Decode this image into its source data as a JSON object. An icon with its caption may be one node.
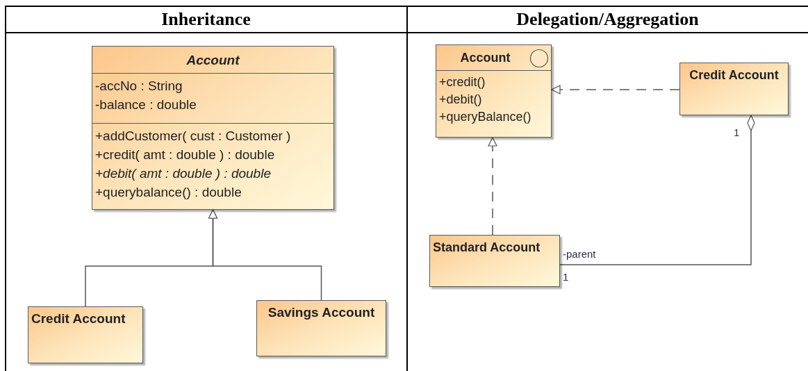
{
  "diagram": {
    "nodes": [
      {
        "text": [
          "Account",
          "-accNo : String",
          "-balance : double",
          "+addCustomer( cust : Customer )",
          "+credit( amt : double ) : double",
          "+debit( amt : double ) : double",
          "+querybalance() : double"
        ]
      },
      {
        "text": [
          "Credit Account"
        ]
      },
      {
        "text": [
          "Savings Account"
        ]
      },
      {
        "text": [
          "Account",
          "+credit()",
          "+debit()",
          "+queryBalance()"
        ]
      },
      {
        "text": [
          "Credit Account"
        ]
      },
      {
        "text": [
          "Standard Account"
        ]
      }
    ],
    "edges": [
      {
        "from": 1,
        "to": 0,
        "arrow": "to"
      },
      {
        "from": 2,
        "to": 0,
        "arrow": "to"
      },
      {
        "from": 4,
        "to": 3,
        "arrow": "to",
        "style": "dashed"
      },
      {
        "from": 5,
        "to": 3,
        "arrow": "to",
        "style": "dashed"
      },
      {
        "from": 5,
        "to": 4,
        "arrow": "other"
      }
    ],
    "labels": [
      "Inheritance",
      "Delegation/Aggregation",
      "1",
      "-parent",
      "1"
    ]
  }
}
